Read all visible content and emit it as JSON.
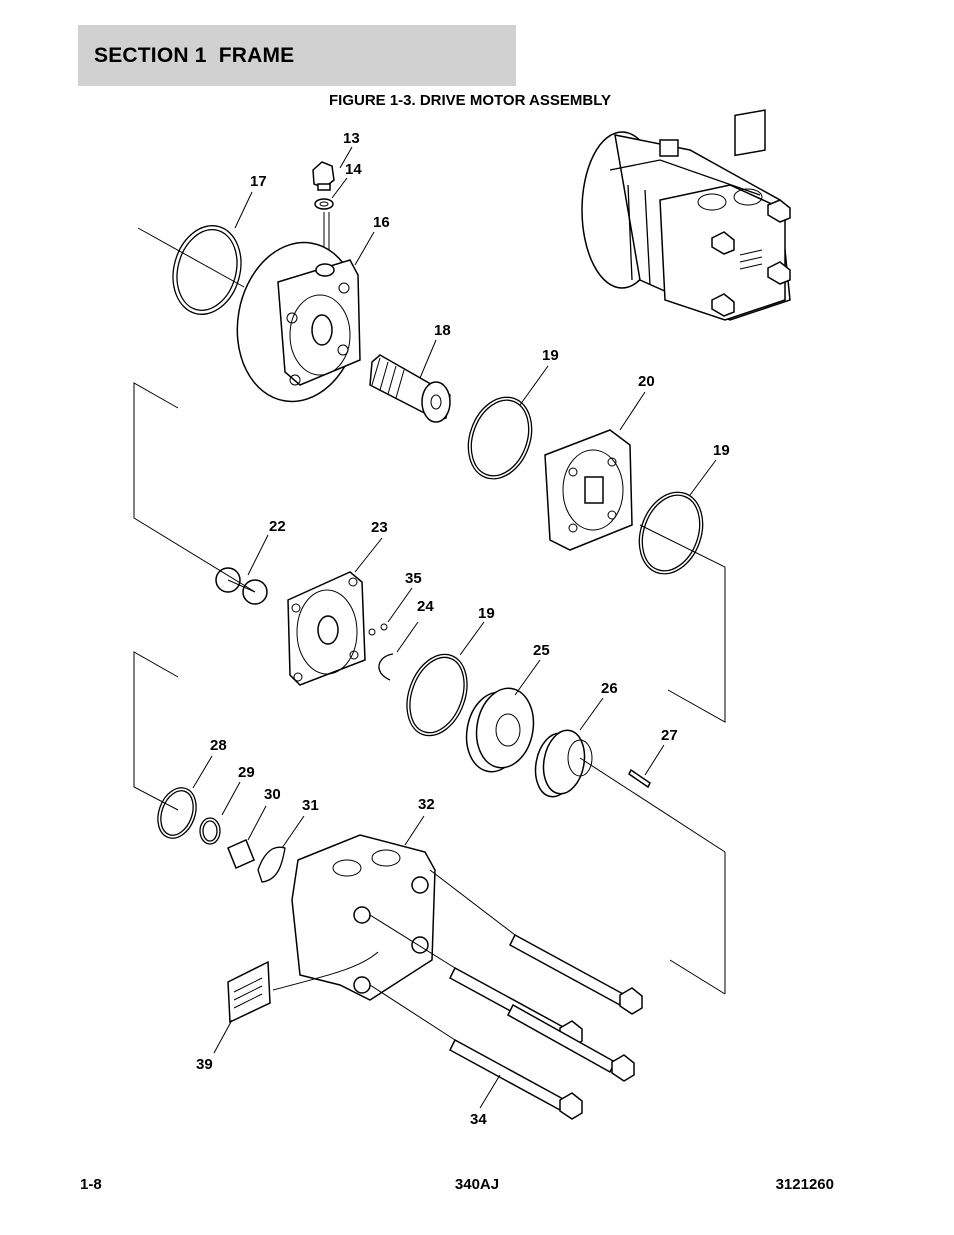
{
  "header": {
    "section_label": "SECTION 1  FRAME"
  },
  "figure": {
    "title": "FIGURE 1-3. DRIVE MOTOR ASSEMBLY"
  },
  "callouts": {
    "c13": "13",
    "c14": "14",
    "c16": "16",
    "c17": "17",
    "c18": "18",
    "c19a": "19",
    "c19b": "19",
    "c19c": "19",
    "c20": "20",
    "c22": "22",
    "c23": "23",
    "c24": "24",
    "c25": "25",
    "c26": "26",
    "c27": "27",
    "c28": "28",
    "c29": "29",
    "c30": "30",
    "c31": "31",
    "c32": "32",
    "c34": "34",
    "c35": "35",
    "c39": "39"
  },
  "footer": {
    "page": "1-8",
    "model": "340AJ",
    "doc_number": "3121260"
  }
}
